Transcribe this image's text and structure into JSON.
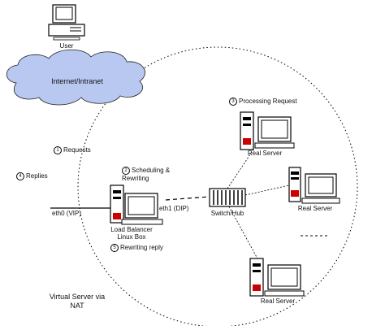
{
  "diagram": {
    "title": "Virtual Server via NAT",
    "nodes": {
      "user": {
        "label": "User"
      },
      "internet": {
        "label": "Internet/Intranet"
      },
      "load_balancer": {
        "label": "Load Balancer Linux Box"
      },
      "switch": {
        "label": "Switch/Hub"
      },
      "real_server_top": {
        "label": "Real Server"
      },
      "real_server_mid": {
        "label": "Real Server"
      },
      "real_server_bottom": {
        "label": "Real Server"
      }
    },
    "interfaces": {
      "external": "eth0 (VIP)",
      "internal": "eth1 (DIP)"
    },
    "steps": [
      {
        "number": "1",
        "text": "Requests"
      },
      {
        "number": "2",
        "text": "Scheduling & Rewriting"
      },
      {
        "number": "3",
        "text": "Processing Request"
      },
      {
        "number": "4",
        "text": "Replies"
      },
      {
        "number": "5",
        "text": "Rewriting reply"
      }
    ]
  }
}
